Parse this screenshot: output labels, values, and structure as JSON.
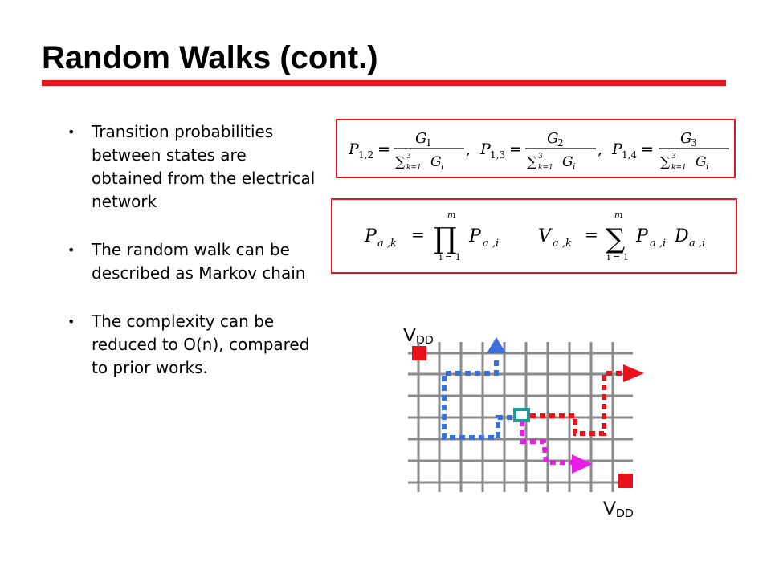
{
  "slide": {
    "title": "Random Walks (cont.)",
    "accent_color": "#e8131a"
  },
  "bullets": [
    {
      "text": "Transition probabilities between states are obtained from the electrical network"
    },
    {
      "text": "The random walk can be described as Markov chain"
    },
    {
      "text": "The complexity can be reduced to O(n), compared to prior works."
    }
  ],
  "formulas": {
    "border_color": "#e8131a",
    "transition": [
      {
        "lhs": "P",
        "lhs_sub": "1,2",
        "numerator": "G",
        "numerator_sub": "1"
      },
      {
        "lhs": "P",
        "lhs_sub": "1,3",
        "numerator": "G",
        "numerator_sub": "2"
      },
      {
        "lhs": "P",
        "lhs_sub": "1,4",
        "numerator": "G",
        "numerator_sub": "3"
      }
    ],
    "denominator": {
      "sum_upper": "3",
      "sum_lower": "k=1",
      "term": "G",
      "term_sub": "i"
    },
    "product": {
      "lhs": "P",
      "lhs_sub": "a ,k",
      "upper": "m",
      "lower": "i = 1",
      "term": "P",
      "term_sub": "a ,i"
    },
    "sum": {
      "lhs": "V",
      "lhs_sub": "a ,k",
      "upper": "m",
      "lower": "i = 1",
      "term1": "P",
      "term1_sub": "a ,i",
      "term2": "D",
      "term2_sub": "a ,i"
    }
  },
  "diagram": {
    "vdd_top": {
      "main": "V",
      "sub": "DD"
    },
    "vdd_bottom": {
      "main": "V",
      "sub": "DD"
    },
    "colors": {
      "grid": "#8a8a8a",
      "source": "#e8131a",
      "blue_path": "#3a6fe0",
      "red_path": "#e8131a",
      "magenta_path": "#e81ee8",
      "start_node": "#1f9a9a"
    }
  }
}
